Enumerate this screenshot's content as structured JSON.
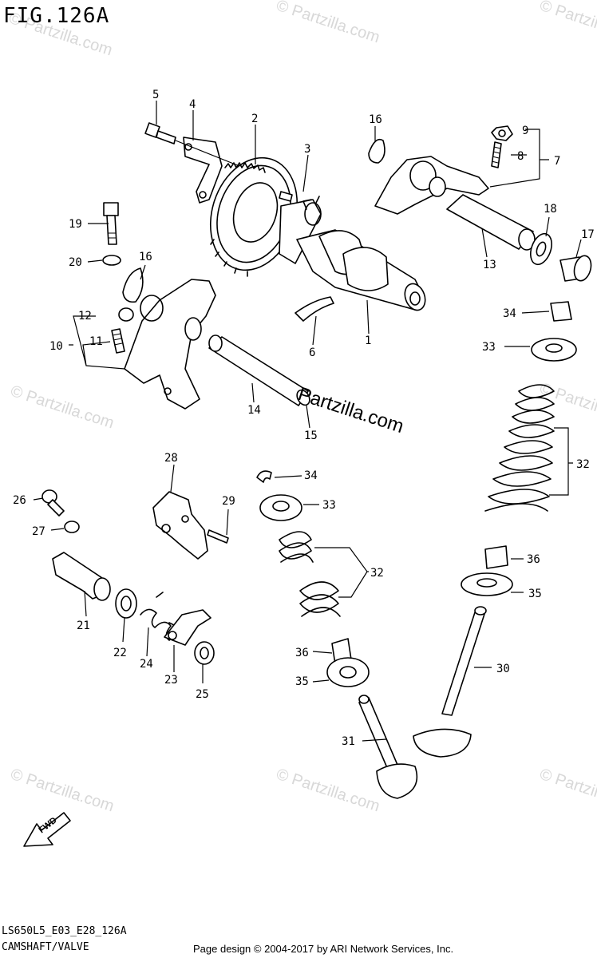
{
  "figure": {
    "title": "FIG.126A",
    "code": "LS650L5_E03_E28_126A",
    "subtitle": "CAMSHAFT/VALVE",
    "credit": "Page design © 2004-2017 by ARI Network Services, Inc."
  },
  "watermark": {
    "text": "© Partzilla.com",
    "main_text": "Partzilla.com"
  },
  "fwd_label": "FWD",
  "callouts": {
    "c1": "1",
    "c2": "2",
    "c3": "3",
    "c4": "4",
    "c5": "5",
    "c6": "6",
    "c7": "7",
    "c8": "8",
    "c9": "9",
    "c10": "10",
    "c11": "11",
    "c12": "12",
    "c13": "13",
    "c14": "14",
    "c15": "15",
    "c16a": "16",
    "c16b": "16",
    "c17": "17",
    "c18": "18",
    "c19": "19",
    "c20": "20",
    "c21": "21",
    "c22": "22",
    "c23": "23",
    "c24": "24",
    "c25": "25",
    "c26": "26",
    "c27": "27",
    "c28": "28",
    "c29": "29",
    "c30": "30",
    "c31": "31",
    "c32a": "32",
    "c32b": "32",
    "c33a": "33",
    "c33b": "33",
    "c34a": "34",
    "c34b": "34",
    "c35a": "35",
    "c35b": "35",
    "c36a": "36",
    "c36b": "36"
  }
}
